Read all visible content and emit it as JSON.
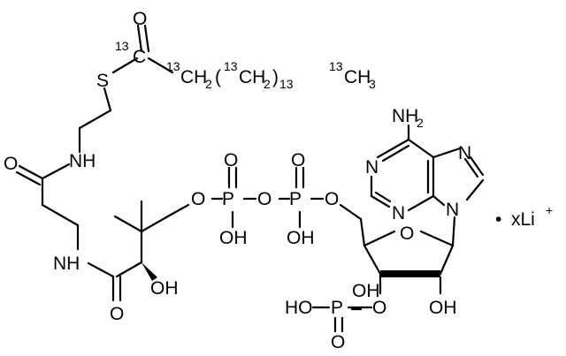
{
  "atoms": {
    "o_carbonyl_top": "O",
    "iso_c1": "13",
    "c1": "C",
    "s": "S",
    "iso_ch2": "13",
    "ch2_c": "CH",
    "ch2_sub": "2",
    "paren_open": "(",
    "iso_ch2n": "13",
    "ch2n_c": "CH",
    "ch2n_sub": "2",
    "paren_close": ")",
    "repeat_n": "13",
    "iso_ch3": "13",
    "ch3_c": "CH",
    "ch3_sub": "3",
    "nh_cysteamine": "NH",
    "o_amide1": "O",
    "nh_pantothenate": "NH",
    "o_amide2": "O",
    "oh_pantoate": "OH",
    "o_bridge1": "O",
    "p1": "P",
    "p1_o_top": "O",
    "p1_oh": "OH",
    "o_bridge2": "O",
    "p2": "P",
    "p2_o_top": "O",
    "p2_oh": "OH",
    "o_bridge3": "O",
    "nh2": "NH",
    "nh2_sub": "2",
    "n1": "N",
    "n3": "N",
    "n7": "N",
    "n9": "N",
    "o_ring": "O",
    "o_3p": "O",
    "p3": "P",
    "p3_oh_left": "HO",
    "p3_oh_right": "OH",
    "p3_o_bottom": "O",
    "oh_2prime": "OH",
    "counterion_dot": "•",
    "counterion": "xLi",
    "counterion_charge": "+"
  }
}
